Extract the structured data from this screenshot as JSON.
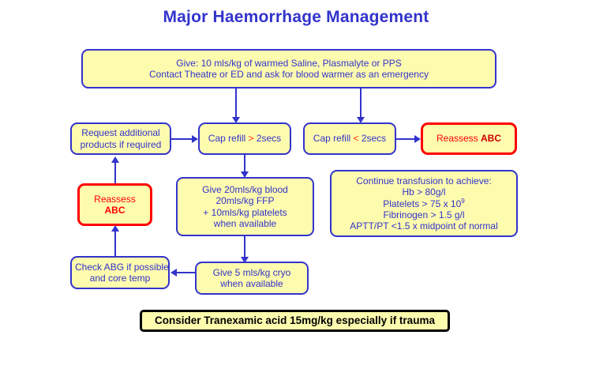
{
  "page": {
    "title": "Major Haemorrhage Management",
    "background_color": "#ffffff",
    "accent_color": "#3333cc",
    "box_fill_color": "#fdfbae",
    "alert_color": "#ff0000"
  },
  "nodes": {
    "initial_management": {
      "line1": "Give: 10 mls/kg of warmed Saline, Plasmalyte or PPS",
      "line2": "Contact Theatre or ED and ask for blood warmer as an emergency"
    },
    "request_products": {
      "line1": "Request additional",
      "line2": "products if required"
    },
    "cap_refill_gt": {
      "prefix": "Cap refill ",
      "operator": ">",
      "suffix": " 2secs"
    },
    "cap_refill_lt": {
      "prefix": "Cap refill ",
      "operator": "<",
      "suffix": " 2secs"
    },
    "reassess_right": {
      "word": "Reassess ",
      "abc": "ABC"
    },
    "reassess_left": {
      "line1": "Reassess",
      "line2": "ABC"
    },
    "give_blood": {
      "line1": "Give 20mls/kg blood",
      "line2": "20mls/kg FFP",
      "line3": "+ 10mls/kg platelets",
      "line4": "when available"
    },
    "transfusion_targets": {
      "line1": "Continue transfusion to achieve:",
      "line2": "Hb > 80g/l",
      "line3_pre": "Platelets > 75 x 10",
      "line3_sup": "9",
      "line4": "Fibrinogen > 1.5 g/l",
      "line5": "APTT/PT <1.5 x midpoint of normal"
    },
    "give_cryo": {
      "line1": "Give 5 mls/kg cryo",
      "line2": "when available"
    },
    "check_abg": {
      "line1": "Check ABG if possible",
      "line2": "and core temp"
    },
    "tranexamic": {
      "text": "Consider Tranexamic acid 15mg/kg especially if trauma"
    }
  }
}
